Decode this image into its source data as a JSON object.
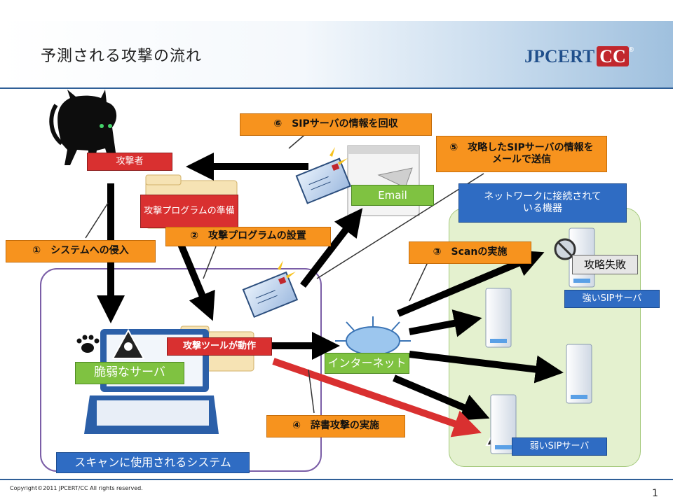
{
  "slide": {
    "title": "予測される攻撃の流れ",
    "logo": {
      "main": "JPCERT",
      "badge": "CC",
      "mark": "®"
    },
    "copyright": "Copyright©2011 JPCERT/CC All rights reserved.",
    "page_number": "1"
  },
  "labels": {
    "attacker": "攻撃者",
    "attack_program_prep": "攻撃プログラムの準備",
    "step1": "①　システムへの侵入",
    "step2": "②　攻撃プログラムの設置",
    "step3": "③　Scanの実施",
    "step4": "④　辞書攻撃の実施",
    "step5": "⑤　攻略したSIPサーバの情報をメールで送信",
    "step6": "⑥　SIPサーバの情報を回収",
    "email": "Email",
    "network_devices": "ネットワークに接続されている機器",
    "attack_failed": "攻略失敗",
    "strong_sip": "強いSIPサーバ",
    "weak_sip": "弱いSIPサーバ",
    "vulnerable_server": "脆弱なサーバ",
    "attack_tool_running": "攻撃ツールが動作",
    "internet": "インターネット",
    "scan_system": "スキャンに使用されるシステム"
  },
  "colors": {
    "orange": "#f7931e",
    "red": "#d93030",
    "green": "#7fc241",
    "blue": "#2f6cc3",
    "header_accent": "#2f5f97"
  }
}
